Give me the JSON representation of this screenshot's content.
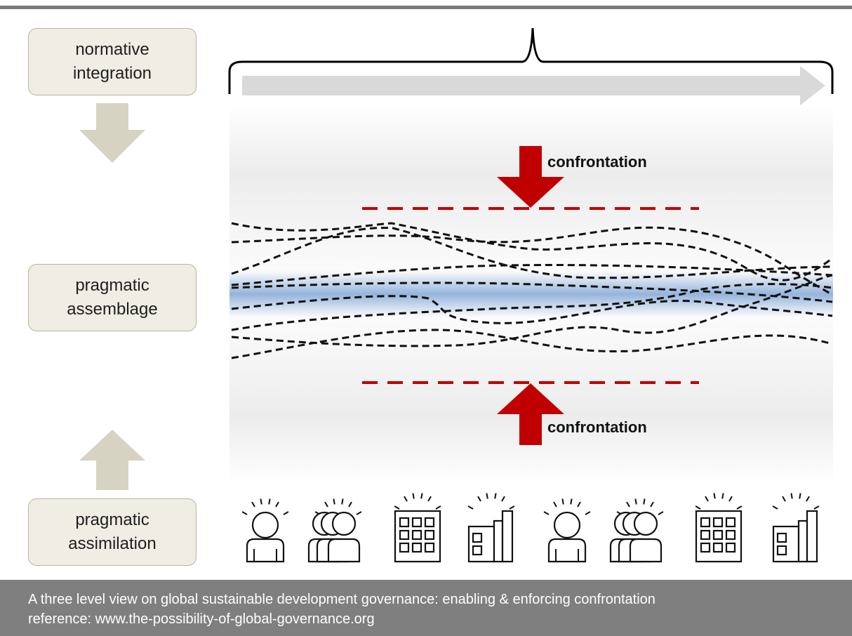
{
  "levels": {
    "top": {
      "line1": "normative",
      "line2": "integration"
    },
    "middle": {
      "line1": "pragmatic",
      "line2": "assemblage"
    },
    "bottom": {
      "line1": "pragmatic",
      "line2": "assimilation"
    }
  },
  "labels": {
    "confrontation_top": "confrontation",
    "confrontation_bottom": "confrontation"
  },
  "actors": [
    "person-icon",
    "group-icon",
    "office-building-icon",
    "factory-icon",
    "person-icon",
    "group-icon",
    "office-building-icon",
    "factory-icon"
  ],
  "caption": {
    "line1": "A three level view on global sustainable development governance: enabling & enforcing confrontation",
    "line2": "reference:  www.the-possibility-of-global-governance.org"
  },
  "colors": {
    "box_fill": "#efede4",
    "box_arrow": "#d6d3c3",
    "confrontation_red": "#c00000",
    "band_blue": "#8fb0d9",
    "caption_bg": "#7f7f7f"
  }
}
